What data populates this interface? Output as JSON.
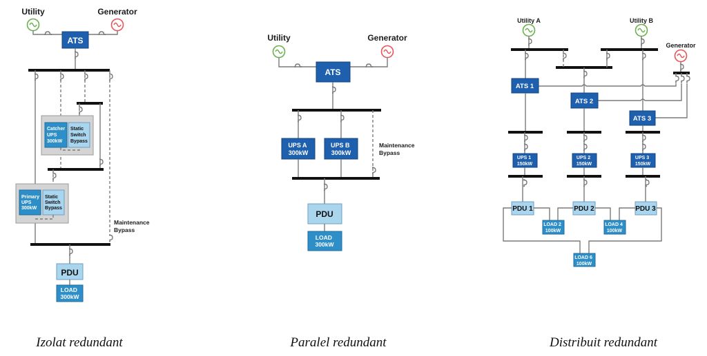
{
  "diagrams": {
    "isolated": {
      "caption": "Izolat redundant",
      "utility": "Utility",
      "generator": "Generator",
      "ats": "ATS",
      "catcher_ups": [
        "Catcher",
        "UPS",
        "300kW"
      ],
      "catcher_bypass": [
        "Static",
        "Switch",
        "Bypass"
      ],
      "primary_ups": [
        "Primary",
        "UPS",
        "300kW"
      ],
      "primary_bypass": [
        "Static",
        "Switch",
        "Bypass"
      ],
      "maintenance_bypass": [
        "Maintenance",
        "Bypass"
      ],
      "pdu": "PDU",
      "load": [
        "LOAD",
        "300kW"
      ]
    },
    "parallel": {
      "caption": "Paralel redundant",
      "utility": "Utility",
      "generator": "Generator",
      "ats": "ATS",
      "ups_a": [
        "UPS A",
        "300kW"
      ],
      "ups_b": [
        "UPS B",
        "300kW"
      ],
      "maintenance_bypass": [
        "Maintenance",
        "Bypass"
      ],
      "pdu": "PDU",
      "load": [
        "LOAD",
        "300kW"
      ]
    },
    "distributed": {
      "caption": "Distribuit redundant",
      "utility_a": "Utility A",
      "utility_b": "Utility B",
      "generator": "Generator",
      "ats1": "ATS 1",
      "ats2": "ATS 2",
      "ats3": "ATS 3",
      "ups1": [
        "UPS 1",
        "150kW"
      ],
      "ups2": [
        "UPS 2",
        "150kW"
      ],
      "ups3": [
        "UPS 3",
        "150kW"
      ],
      "pdu1": "PDU 1",
      "pdu2": "PDU 2",
      "pdu3": "PDU 3",
      "load2": [
        "LOAD 2",
        "100kW"
      ],
      "load4": [
        "LOAD 4",
        "100kW"
      ],
      "load6": [
        "LOAD 6",
        "100kW"
      ]
    }
  },
  "colors": {
    "utility_source": "#6ab04c",
    "generator_source": "#e8545a",
    "dark_blue": "#1e5fae",
    "mid_blue": "#2e8fc8",
    "light_blue": "#a9d5ee"
  }
}
